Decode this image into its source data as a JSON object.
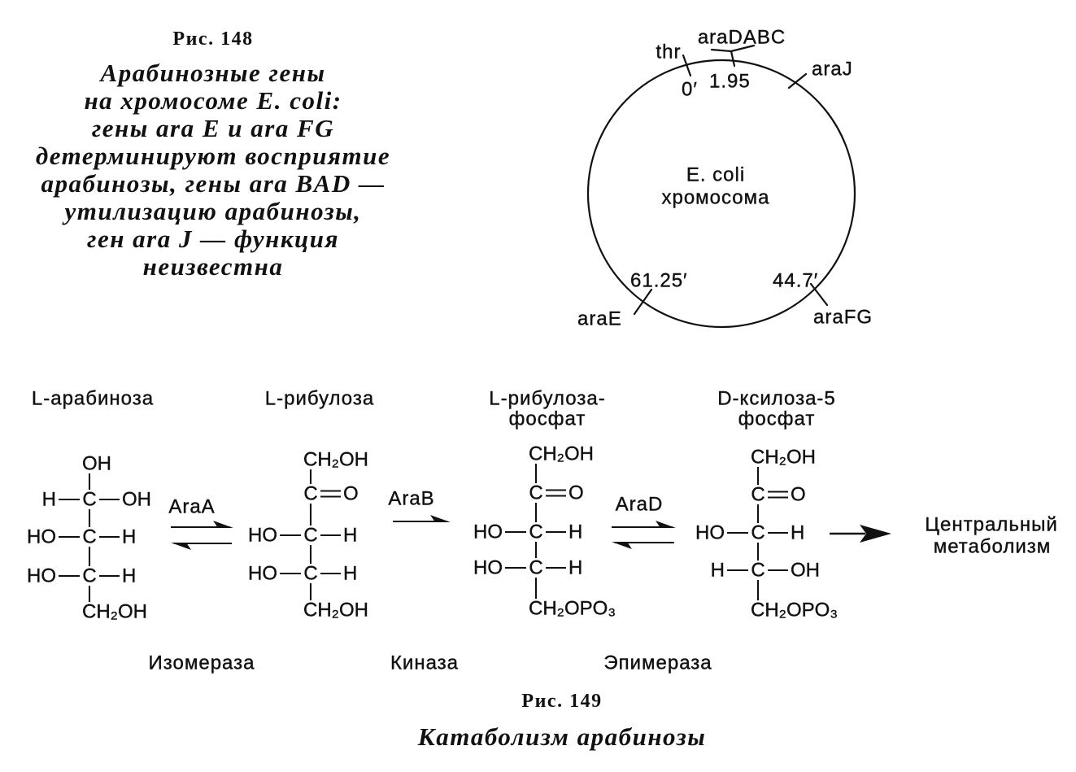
{
  "figure_148": {
    "number": "Рис. 148",
    "caption_lines": [
      "Арабинозные гены",
      "на хромосоме E. coli:",
      "гены ara E и ara FG",
      "детерминируют восприятие",
      "арабинозы, гены ara BAD —",
      "утилизацию арабинозы,",
      "ген ara J — функция",
      "неизвестна"
    ]
  },
  "chromosome": {
    "center_label_lines": [
      "E. coli",
      "хромосома"
    ],
    "loci": [
      {
        "gene": "thr",
        "position": "0′"
      },
      {
        "gene": "araDABC",
        "position": "1.95"
      },
      {
        "gene": "araJ"
      },
      {
        "gene": "araFG",
        "position": "44.7′"
      },
      {
        "gene": "araE",
        "position": "61.25′"
      }
    ]
  },
  "pathway": {
    "compounds": [
      {
        "name_lines": [
          "L-арабиноза"
        ],
        "top": "OH",
        "rows": [
          {
            "left": "H",
            "center": "C",
            "right": "OH"
          },
          {
            "left": "HO",
            "center": "C",
            "right": "H"
          },
          {
            "left": "HO",
            "center": "C",
            "right": "H"
          }
        ],
        "bottom": "CH₂OH"
      },
      {
        "name_lines": [
          "L-рибулоза"
        ],
        "top": "CH₂OH",
        "rows": [
          {
            "center": "C",
            "right": "O",
            "double_bond": true
          },
          {
            "left": "HO",
            "center": "C",
            "right": "H"
          },
          {
            "left": "HO",
            "center": "C",
            "right": "H"
          }
        ],
        "bottom": "CH₂OH"
      },
      {
        "name_lines": [
          "L-рибулоза-",
          "фосфат"
        ],
        "top": "CH₂OH",
        "rows": [
          {
            "center": "C",
            "right": "O",
            "double_bond": true
          },
          {
            "left": "HO",
            "center": "C",
            "right": "H"
          },
          {
            "left": "HO",
            "center": "C",
            "right": "H"
          }
        ],
        "bottom": "CH₂OPO₃"
      },
      {
        "name_lines": [
          "D-ксилоза-5",
          "фосфат"
        ],
        "top": "CH₂OH",
        "rows": [
          {
            "center": "C",
            "right": "O",
            "double_bond": true
          },
          {
            "left": "HO",
            "center": "C",
            "right": "H"
          },
          {
            "left": "H",
            "center": "C",
            "right": "OH"
          }
        ],
        "bottom": "CH₂OPO₃"
      }
    ],
    "steps": [
      {
        "enzyme": "AraA",
        "enzyme_class": "Изомераза",
        "reversible": true
      },
      {
        "enzyme": "AraB",
        "enzyme_class": "Киназа",
        "reversible": false
      },
      {
        "enzyme": "AraD",
        "enzyme_class": "Эпимераза",
        "reversible": true
      }
    ],
    "end_product_lines": [
      "Центральный",
      "метаболизм"
    ]
  },
  "figure_149": {
    "number": "Рис. 149",
    "caption": "Катаболизм арабинозы"
  }
}
